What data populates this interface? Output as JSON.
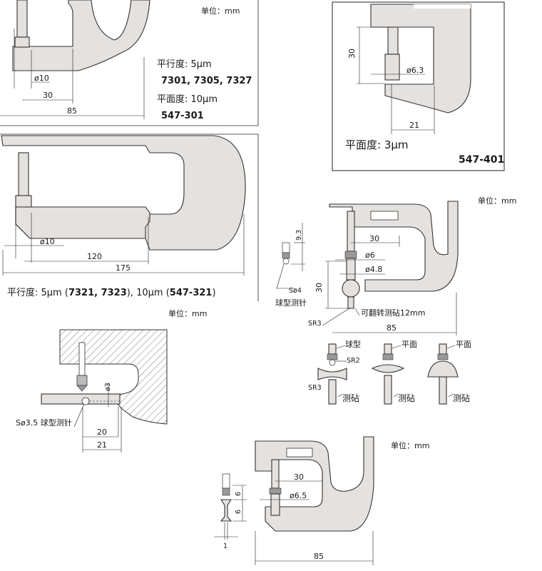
{
  "unit_label": "单位：mm",
  "panel_a": {
    "dims": {
      "d_tip": "ø10",
      "d30": "30",
      "d85": "85"
    },
    "parallelism": "平行度: 5μm",
    "parallelism_models": "7301, 7305, 7327",
    "flatness": "平面度: 10μm",
    "flatness_model": "547-301"
  },
  "panel_b": {
    "dims": {
      "d30": "30",
      "d_tip": "ø6.3",
      "d21": "21"
    },
    "flatness": "平面度: 3μm",
    "model": "547-401"
  },
  "panel_c": {
    "dims": {
      "d_tip": "ø10",
      "d120": "120",
      "d175": "175"
    },
    "spec_prefix": "平行度: 5μm (",
    "spec_models_1": "7321, 7323",
    "spec_middle": "), 10μm (",
    "spec_model_2": "547-321",
    "spec_suffix": ")"
  },
  "panel_d": {
    "dims": {
      "d3": "ø3",
      "d20": "20",
      "d21": "21"
    },
    "probe_label": "Sø3.5 球型测针"
  },
  "panel_e": {
    "dims": {
      "d93": "9.3",
      "d30w": "30",
      "d6": "ø6",
      "d48": "ø4.8",
      "d30h": "30",
      "d85": "85"
    },
    "ball_size": "Sø4",
    "ball_probe": "球型测针",
    "flip_anvil": "可翻转测砧12mm",
    "sr3": "SR3",
    "anvils": [
      {
        "tip": "球型",
        "sr": "SR2",
        "sr_low": "SR3",
        "anvil": "测砧"
      },
      {
        "tip": "平面",
        "anvil": "测砧"
      },
      {
        "tip": "平面",
        "anvil": "测砧"
      }
    ]
  },
  "panel_f": {
    "dims": {
      "d30": "30",
      "d65": "ø6.5",
      "d6a": "6",
      "d6b": "6",
      "d1": "1",
      "d85": "85"
    }
  }
}
